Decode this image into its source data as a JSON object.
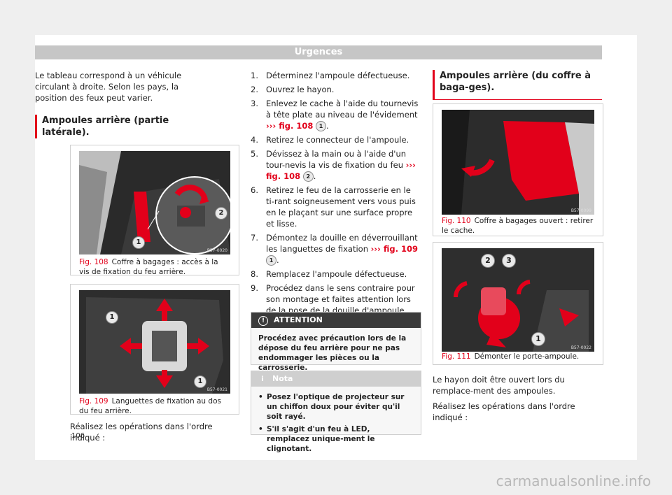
{
  "header": {
    "title": "Urgences"
  },
  "left": {
    "intro": "Le tableau correspond à un véhicule circulant à droite. Selon les pays, la position des feux peut varier.",
    "section_title": "Ampoules arrière (partie latérale).",
    "fig108": {
      "number": "Fig. 108",
      "caption": "Coffre à bagages : accès à la vis de fixation du feu arrière.",
      "code": "B57-0020",
      "labels": [
        "1",
        "2"
      ]
    },
    "fig109": {
      "number": "Fig. 109",
      "caption": "Languettes de fixation au dos du feu arrière.",
      "code": "B57-0021",
      "labels": [
        "1",
        "1"
      ]
    },
    "footer_text": "Réalisez les opérations dans l'ordre indiqué :"
  },
  "middle": {
    "steps": [
      {
        "num": "1.",
        "text": "Déterminez l'ampoule défectueuse."
      },
      {
        "num": "2.",
        "text": "Ouvrez le hayon."
      },
      {
        "num": "3.",
        "text": "Enlevez le cache à l'aide du tournevis à tête plate au niveau de l'évidement",
        "link": "››› fig. 108",
        "callout": "1",
        "tail": "."
      },
      {
        "num": "4.",
        "text": "Retirez le connecteur de l'ampoule."
      },
      {
        "num": "5.",
        "text": "Dévissez à la main ou à l'aide d'un tour-nevis la vis de fixation du feu",
        "link": "››› fig. 108",
        "callout": "2",
        "tail": "."
      },
      {
        "num": "6.",
        "text": "Retirez le feu de la carrosserie en le ti-rant soigneusement vers vous puis en le plaçant sur une surface propre et lisse."
      },
      {
        "num": "7.",
        "text": "Démontez la douille en déverrouillant les languettes de fixation",
        "link": "››› fig. 109",
        "callout": "1",
        "tail": "."
      },
      {
        "num": "8.",
        "text": "Remplacez l'ampoule défectueuse."
      },
      {
        "num": "9.",
        "text": "Procédez dans le sens contraire pour son montage et faites attention lors de la pose de la douille d'ampoule. Les lan-guettes de fixation doivent s'encastrer de manière audible."
      }
    ],
    "attention": {
      "icon": "!",
      "title": "ATTENTION",
      "body": "Procédez avec précaution lors de la dépose du feu arrière pour ne pas endommager les pièces ou la carrosserie."
    },
    "nota": {
      "icon": "i",
      "title": "Nota",
      "bullets": [
        "Posez l'optique de projecteur sur un chiffon doux pour éviter qu'il soit rayé.",
        "S'il s'agit d'un feu à LED, remplacez unique-ment le clignotant."
      ]
    }
  },
  "right": {
    "section_title": "Ampoules arrière (du coffre à baga-ges).",
    "fig110": {
      "number": "Fig. 110",
      "caption": "Coffre à bagages ouvert : retirer le cache.",
      "code": "B57-0099"
    },
    "fig111": {
      "number": "Fig. 111",
      "caption": "Démonter le porte-ampoule.",
      "code": "B57-0022",
      "labels": [
        "2",
        "3",
        "1"
      ]
    },
    "text1": "Le hayon doit être ouvert lors du remplace-ment des ampoules.",
    "text2": "Réalisez les opérations dans l'ordre indiqué :"
  },
  "page_number": "106",
  "watermark": "carmanualsonline.info",
  "colors": {
    "accent": "#e2001a",
    "header_band": "#c6c6c6"
  }
}
